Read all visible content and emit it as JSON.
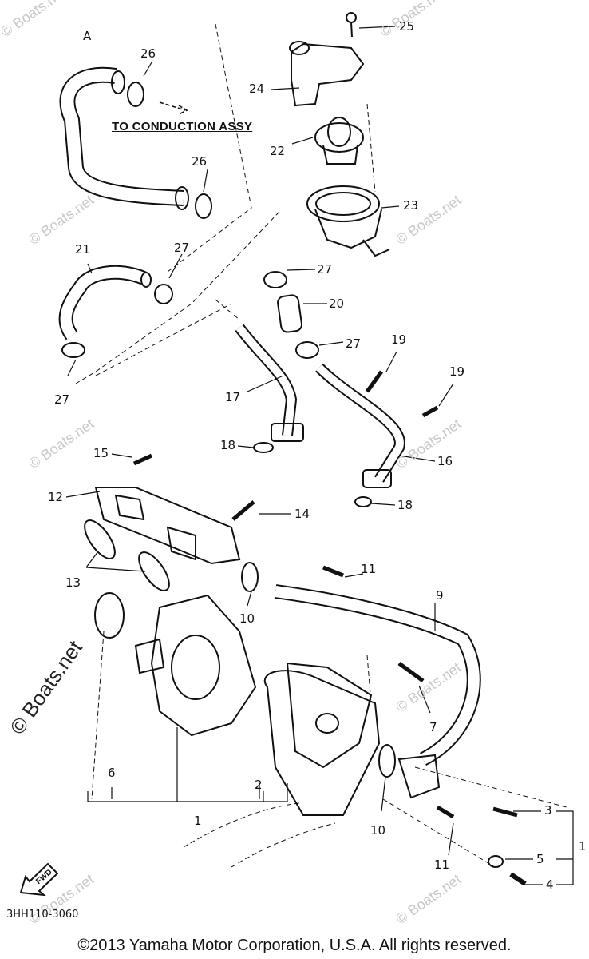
{
  "corner_letter": "A",
  "note": "TO CONDUCTION ASSY",
  "diagram_code": "3HH110-3060",
  "copyright": "©2013 Yamaha Motor Corporation, U.S.A. All rights reserved.",
  "forward_mark": "FWD",
  "watermark": "© Boats.net",
  "callouts": {
    "c25": "25",
    "c24": "24",
    "c22": "22",
    "c23": "23",
    "c26a": "26",
    "c26b": "26",
    "c21": "21",
    "c27a": "27",
    "c27b": "27",
    "c27c": "27",
    "c27d": "27",
    "c20": "20",
    "c19a": "19",
    "c19b": "19",
    "c17": "17",
    "c16": "16",
    "c18a": "18",
    "c18b": "18",
    "c15": "15",
    "c14": "14",
    "c12": "12",
    "c13": "13",
    "c11a": "11",
    "c11b": "11",
    "c10a": "10",
    "c10b": "10",
    "c9": "9",
    "c7": "7",
    "c6": "6",
    "c2": "2",
    "c1a": "1",
    "c1b": "1",
    "c3": "3",
    "c5": "5",
    "c4": "4"
  }
}
